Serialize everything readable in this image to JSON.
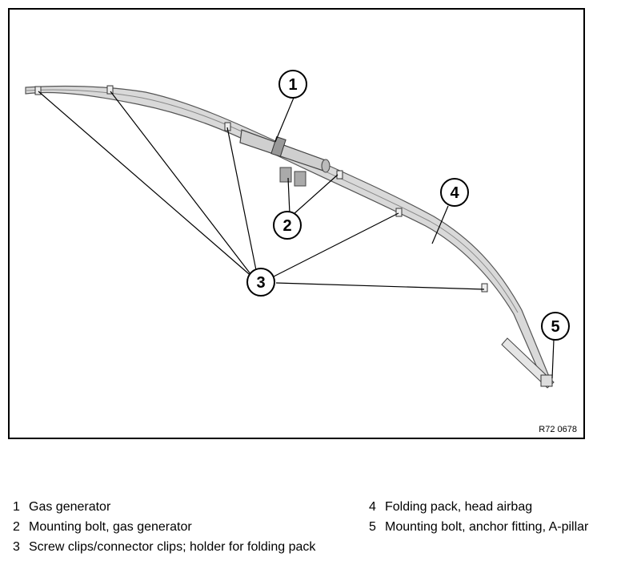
{
  "callouts": [
    "1",
    "2",
    "3",
    "4",
    "5"
  ],
  "ref_code": "R72 0678",
  "legend": {
    "left": [
      {
        "num": "1",
        "text": "Gas generator"
      },
      {
        "num": "2",
        "text": "Mounting bolt, gas generator"
      },
      {
        "num": "3",
        "text": "Screw clips/connector clips; holder for folding pack"
      }
    ],
    "right": [
      {
        "num": "4",
        "text": "Folding pack, head airbag"
      },
      {
        "num": "5",
        "text": "Mounting bolt, anchor fitting, A-pillar"
      }
    ]
  }
}
